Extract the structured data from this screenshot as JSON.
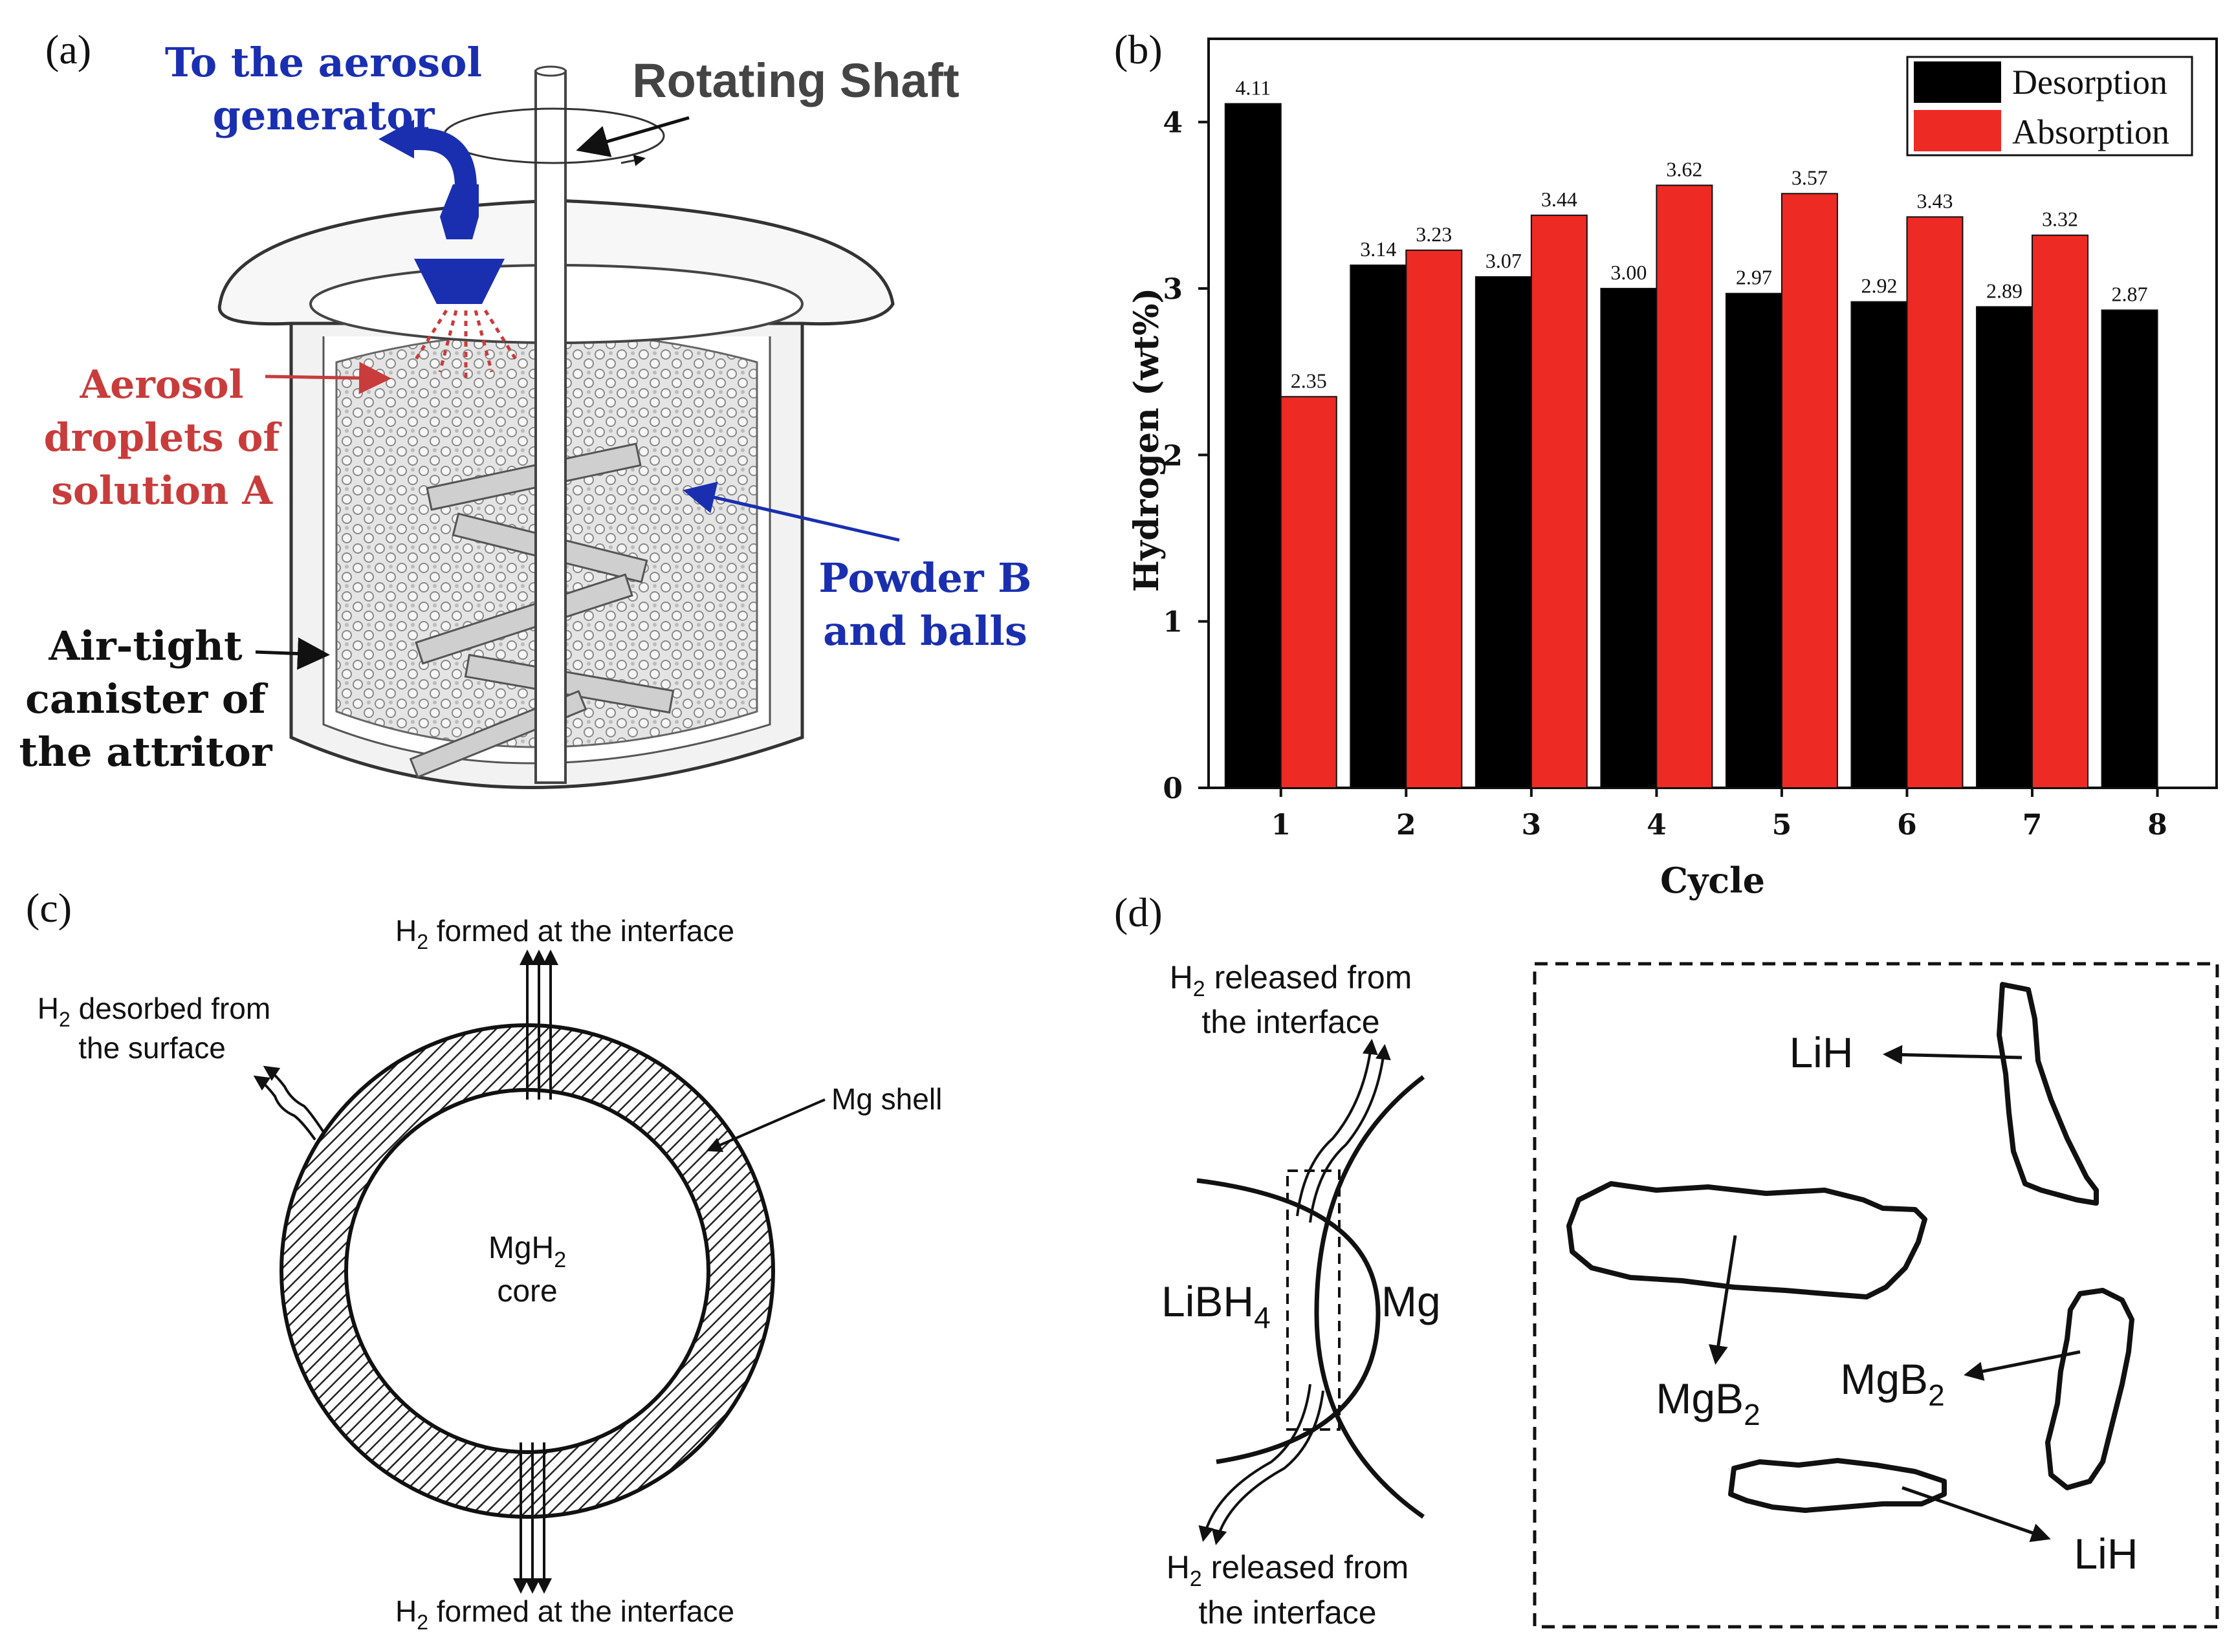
{
  "panels": {
    "a": {
      "label": "(a)",
      "aerosol_line1": "To the aerosol",
      "aerosol_line2": "generator",
      "shaft": "Rotating Shaft",
      "droplets_line1": "Aerosol",
      "droplets_line2": "droplets of",
      "droplets_line3": "solution A",
      "powder_line1": "Powder B",
      "powder_line2": "and balls",
      "canister_line1": "Air-tight",
      "canister_line2": "canister of",
      "canister_line3": "the attritor",
      "colors": {
        "blue": "#1a2fb0",
        "red": "#c83c3c"
      }
    },
    "b": {
      "label": "(b)",
      "ylabel": "Hydrogen (wt%)",
      "xlabel": "Cycle",
      "legend_desorption": "Desorption",
      "legend_absorption": "Absorption"
    },
    "c": {
      "label": "(c)",
      "top_h2": "H",
      "top_sub": "2",
      "top_rest": " formed at the interface",
      "bottom_h2": "H",
      "bottom_sub": "2",
      "bottom_rest": " formed at the interface",
      "desorbed_h2": "H",
      "desorbed_sub": "2",
      "desorbed_rest": " desorbed from",
      "desorbed_line2": "the surface",
      "shell": "Mg shell",
      "core_line1_main": "MgH",
      "core_line1_sub": "2",
      "core_line2": "core"
    },
    "d": {
      "label": "(d)",
      "top_h2": "H",
      "top_sub": "2",
      "top_rest": " released from",
      "top_line2": "the interface",
      "bottom_h2": "H",
      "bottom_sub": "2",
      "bottom_rest": " released from",
      "bottom_line2": "the interface",
      "libh4_main": "LiBH",
      "libh4_sub": "4",
      "mg": "Mg",
      "lih_top": "LiH",
      "lih_bottom": "LiH",
      "mgb2_left_main": "MgB",
      "mgb2_left_sub": "2",
      "mgb2_right_main": "MgB",
      "mgb2_right_sub": "2"
    }
  },
  "chart_data": {
    "type": "bar",
    "categories": [
      "1",
      "2",
      "3",
      "4",
      "5",
      "6",
      "7",
      "8"
    ],
    "series": [
      {
        "name": "Desorption",
        "color": "#000000",
        "values": [
          4.11,
          3.14,
          3.07,
          3.0,
          2.97,
          2.92,
          2.89,
          2.87
        ],
        "labels": [
          "4.11",
          "3.14",
          "3.07",
          "3.00",
          "2.97",
          "2.92",
          "2.89",
          "2.87"
        ]
      },
      {
        "name": "Absorption",
        "color": "#ee2a24",
        "values": [
          2.35,
          3.23,
          3.44,
          3.62,
          3.57,
          3.43,
          3.32,
          null
        ],
        "labels": [
          "2.35",
          "3.23",
          "3.44",
          "3.62",
          "3.57",
          "3.43",
          "3.32",
          null
        ]
      }
    ],
    "yticks": [
      "0",
      "1",
      "2",
      "3",
      "4"
    ],
    "ylim": [
      0,
      4.5
    ],
    "xlabel": "Cycle",
    "ylabel": "Hydrogen (wt%)",
    "legend_position": "top-right",
    "grid": false
  }
}
